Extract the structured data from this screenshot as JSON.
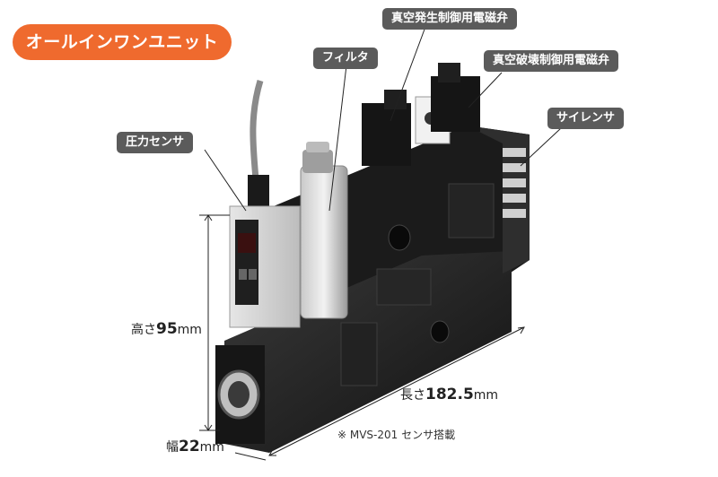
{
  "title": "オールインワンユニット",
  "callouts": {
    "vacuum_gen_valve": "真空発生制御用電磁弁",
    "filter": "フィルタ",
    "vacuum_break_valve": "真空破壊制御用電磁弁",
    "silencer": "サイレンサ",
    "pressure_sensor": "圧力センサ"
  },
  "dimensions": {
    "height": {
      "prefix": "高さ",
      "value": "95",
      "unit": "mm"
    },
    "length": {
      "prefix": "長さ",
      "value": "182.5",
      "unit": "mm"
    },
    "width": {
      "prefix": "幅",
      "value": "22",
      "unit": "mm"
    }
  },
  "note": "※ MVS-201 センサ搭載",
  "colors": {
    "badge": "#ef6a2e",
    "callout": "#5b5b5b"
  }
}
